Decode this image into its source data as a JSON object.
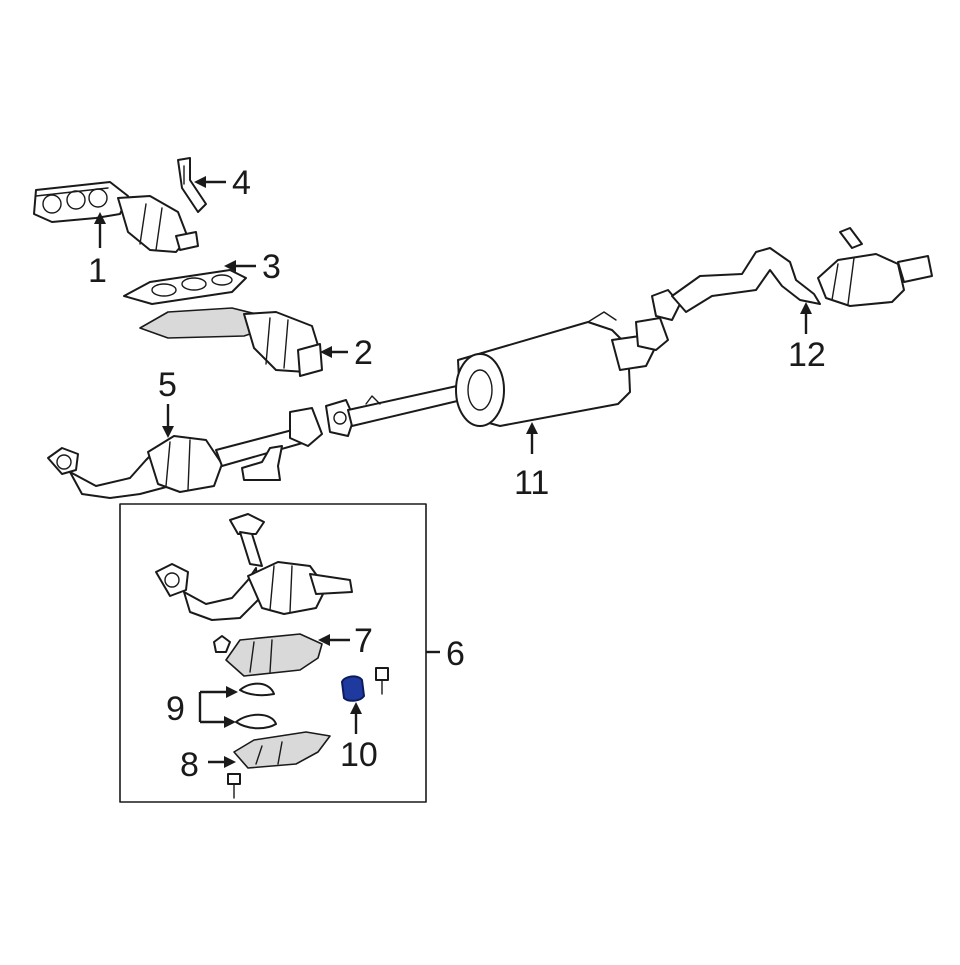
{
  "diagram": {
    "highlight_color": "#1f3a9e",
    "labels": [
      "1",
      "2",
      "3",
      "4",
      "5",
      "6",
      "7",
      "8",
      "9",
      "10",
      "11",
      "12"
    ]
  }
}
